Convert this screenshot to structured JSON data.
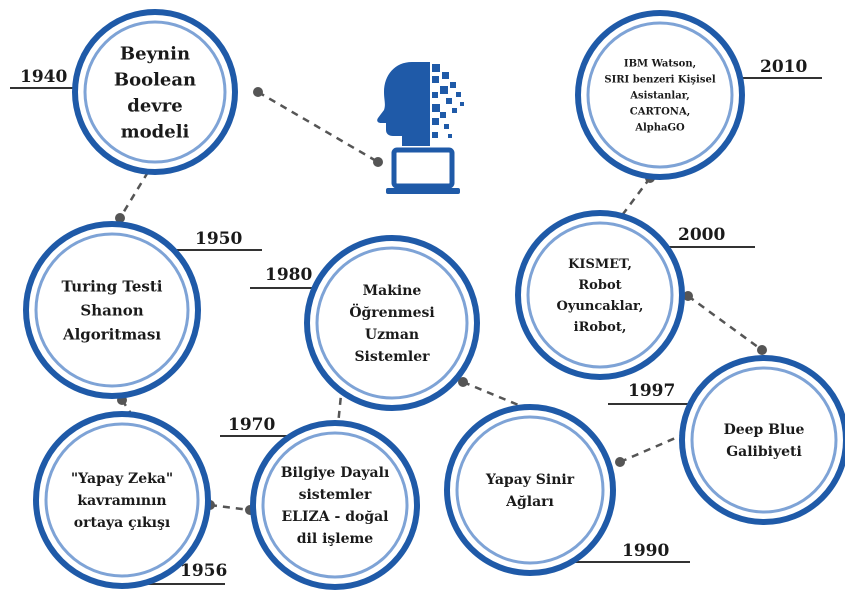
{
  "nodes": [
    {
      "id": "n1940",
      "lines": [
        "Beynin",
        "Boolean",
        "devre",
        "modeli"
      ]
    },
    {
      "id": "n1950",
      "lines": [
        "Turing Testi",
        "Shanon",
        "Algoritması"
      ]
    },
    {
      "id": "n1956",
      "lines": [
        "\"Yapay Zeka\"",
        "kavramının",
        "ortaya çıkışı"
      ]
    },
    {
      "id": "n1970",
      "lines": [
        "Bilgiye Dayalı",
        "sistemler",
        "ELIZA - doğal",
        "dil işleme"
      ]
    },
    {
      "id": "n1980",
      "lines": [
        "Makine",
        "Öğrenmesi",
        "Uzman",
        "Sistemler"
      ]
    },
    {
      "id": "n1990",
      "lines": [
        "Yapay Sinir",
        "Ağları"
      ]
    },
    {
      "id": "n1997",
      "lines": [
        "Deep Blue",
        "Galibiyeti"
      ]
    },
    {
      "id": "n2000",
      "lines": [
        "KISMET,",
        "Robot",
        "Oyuncaklar,",
        "iRobot,"
      ]
    },
    {
      "id": "n2010",
      "lines": [
        "IBM Watson,",
        "SIRI benzeri Kişisel",
        "Asistanlar,",
        "CARTONA,",
        "AlphaGO"
      ]
    }
  ],
  "years": {
    "y1940": "1940",
    "y1950": "1950",
    "y1956": "1956",
    "y1970": "1970",
    "y1980": "1980",
    "y1990": "1990",
    "y1997": "1997",
    "y2000": "2000",
    "y2010": "2010"
  },
  "colors": {
    "ring_outer": "#1f5aa8",
    "ring_inner": "#7ea3d6",
    "connector": "#555555",
    "icon": "#1f5aa8",
    "underline": "#333333"
  },
  "icons": {
    "center": "ai-head-laptop-icon"
  }
}
